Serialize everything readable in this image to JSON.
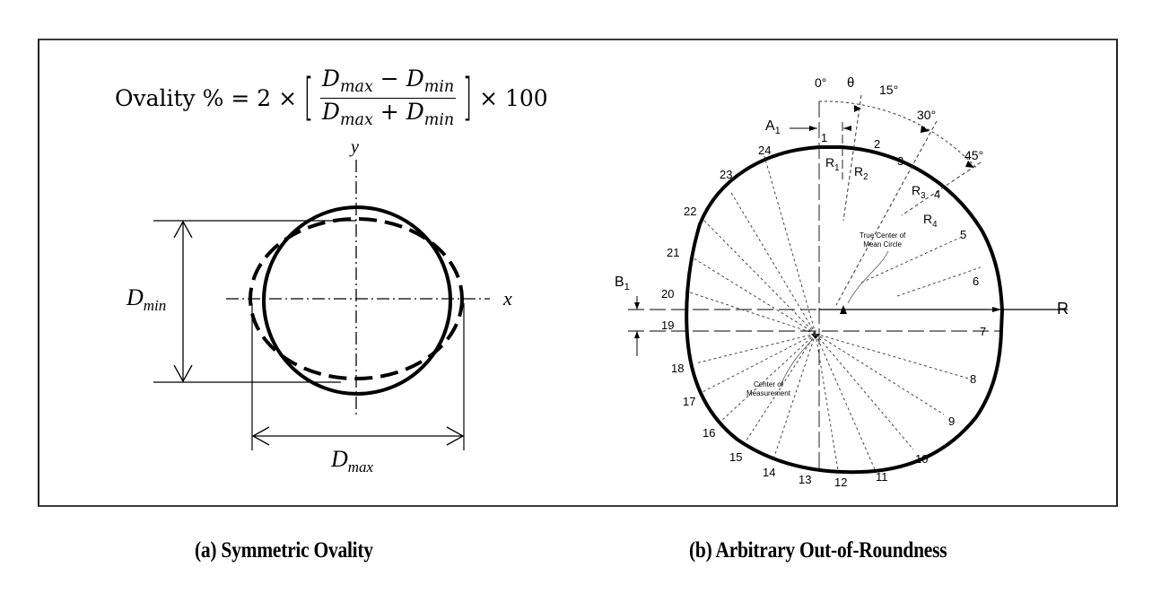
{
  "formula": {
    "lhs": "Ovality % = 2 ×",
    "numerator_a": "D",
    "numerator_a_sub": "max",
    "numerator_op": " − ",
    "numerator_b": "D",
    "numerator_b_sub": "min",
    "denominator_a": "D",
    "denominator_a_sub": "max",
    "denominator_op": " + ",
    "denominator_b": "D",
    "denominator_b_sub": "min",
    "rhs": "× 100"
  },
  "panel_a": {
    "axis_x_label": "x",
    "axis_y_label": "y",
    "dmin_label": "D",
    "dmin_sub": "min",
    "dmax_label": "D",
    "dmax_sub": "max",
    "caption": "(a) Symmetric Ovality"
  },
  "panel_b": {
    "angle_labels": [
      "0°",
      "θ",
      "15°",
      "30°",
      "45°"
    ],
    "a1_label": "A",
    "a1_sub": "1",
    "b1_label": "B",
    "b1_sub": "1",
    "r_axis_label": "R",
    "radius_labels": [
      {
        "label": "R",
        "sub": "1"
      },
      {
        "label": "R",
        "sub": "2"
      },
      {
        "label": "R",
        "sub": "3"
      },
      {
        "label": "R",
        "sub": "4"
      }
    ],
    "point_numbers": [
      "1",
      "2",
      "3",
      "4",
      "5",
      "6",
      "7",
      "8",
      "9",
      "10",
      "11",
      "12",
      "13",
      "14",
      "15",
      "16",
      "17",
      "18",
      "19",
      "20",
      "21",
      "22",
      "23",
      "24"
    ],
    "true_center_note_line1": "True Center of",
    "true_center_note_line2": "Mean Circle",
    "center_measure_note_line1": "Center of",
    "center_measure_note_line2": "Measurement",
    "caption": "(b) Arbitrary Out-of-Roundness"
  }
}
